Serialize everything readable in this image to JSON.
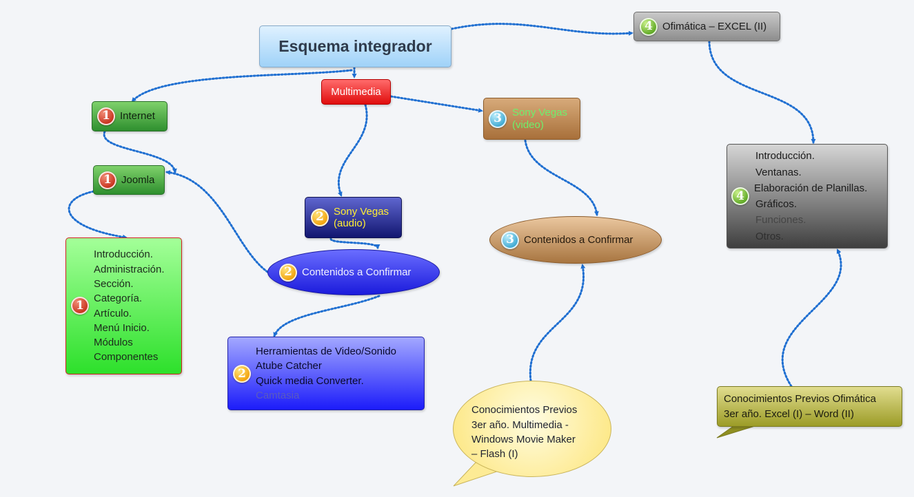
{
  "title": "Esquema integrador",
  "nodes": {
    "multimedia": "Multimedia",
    "internet": {
      "badge": "1",
      "label": "Internet"
    },
    "joomla": {
      "badge": "1",
      "label": "Joomla"
    },
    "joomla_list": {
      "badge": "1",
      "items": [
        "Introducción.",
        "Administración.",
        "Sección.",
        "Categoría.",
        "Artículo.",
        "Menú Inicio.",
        "Módulos",
        "Componentes"
      ]
    },
    "sony_audio": {
      "badge": "2",
      "line1": "Sony Vegas",
      "line2": "(audio)"
    },
    "contenidos_2": {
      "badge": "2",
      "label": "Contenidos a Confirmar"
    },
    "tools": {
      "badge": "2",
      "items": [
        "Herramientas de Video/Sonido",
        "Atube Catcher",
        "Quick media Converter.",
        "Camtasia"
      ]
    },
    "sony_video": {
      "badge": "3",
      "line1": "Sony Vegas",
      "line2": "(video)"
    },
    "contenidos_3": {
      "badge": "3",
      "label": "Contenidos a Confirmar"
    },
    "excel": {
      "badge": "4",
      "label": "Ofimática – EXCEL (II)"
    },
    "excel_list": {
      "badge": "4",
      "items": [
        "Introducción.",
        "Ventanas.",
        "Elaboración de Planillas.",
        "Gráficos.",
        "Funciones.",
        "Otros."
      ]
    },
    "prev_multimedia": {
      "lines": [
        "Conocimientos Previos",
        "3er año. Multimedia -",
        "Windows Movie Maker",
        "– Flash (I)"
      ]
    },
    "prev_ofimatica": {
      "lines": [
        "Conocimientos Previos Ofimática",
        "3er año. Excel (I) – Word (II)"
      ]
    }
  },
  "colors": {
    "connector": "#1f6fd1",
    "title_fill": "#9fd2f8",
    "multimedia_fill": "#e00d0d",
    "internet_fill": "#2e8f2e",
    "audio_fill": "#121670",
    "contenidos2_fill": "#1b1bdc",
    "video_fill": "#a8703a",
    "excel_fill": "#8d8d8d",
    "prev_ofimatica_fill": "#9c9c27",
    "prev_multimedia_fill": "#fde98c"
  }
}
